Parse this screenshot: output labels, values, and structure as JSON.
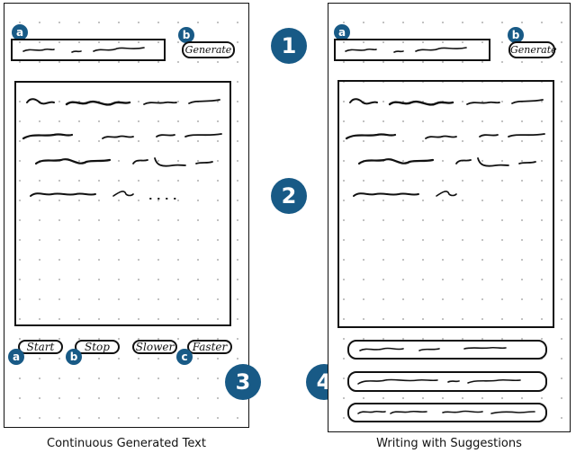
{
  "panels": {
    "left": {
      "caption": "Continuous Generated Text",
      "prompt_badge": "a",
      "generate_badge": "b",
      "generate_label": "Generate",
      "controls": [
        {
          "label": "Start",
          "badge": "a"
        },
        {
          "label": "Stop",
          "badge": "b"
        },
        {
          "label": "Slower",
          "badge": ""
        },
        {
          "label": "Faster",
          "badge": "c"
        }
      ]
    },
    "right": {
      "caption": "Writing with Suggestions",
      "prompt_badge": "a",
      "generate_badge": "b",
      "generate_label": "Generate"
    }
  },
  "step_markers": [
    "1",
    "2",
    "3",
    "4"
  ],
  "colors": {
    "badge": "#185a86",
    "ink": "#111111",
    "grid_dot": "#b8b8b8"
  }
}
